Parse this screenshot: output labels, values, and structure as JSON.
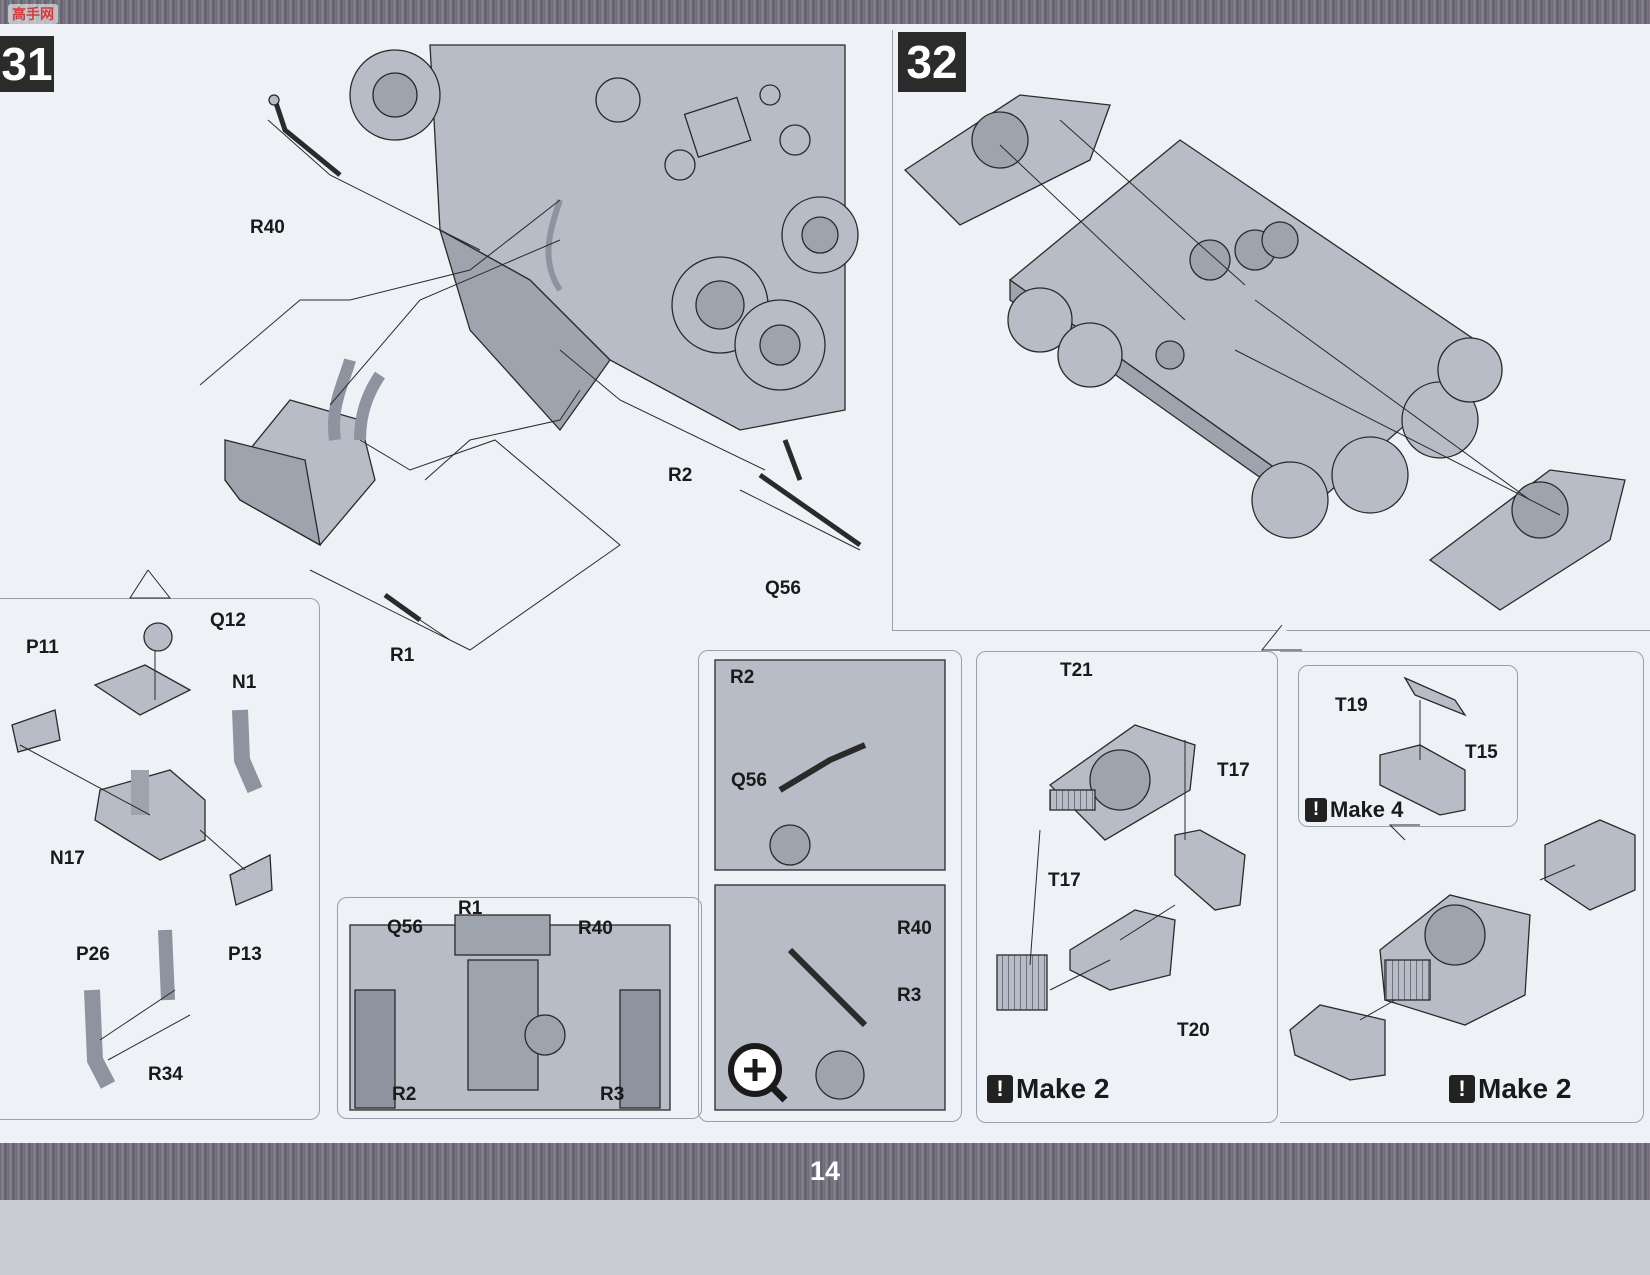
{
  "page": {
    "number": "14",
    "watermark": "高手网"
  },
  "steps": {
    "step31": "31",
    "step32": "32"
  },
  "labels": {
    "r40_main": "R40",
    "r2_main": "R2",
    "q56_main": "Q56",
    "r1_main": "R1",
    "p11": "P11",
    "q12": "Q12",
    "n1": "N1",
    "n17": "N17",
    "p13": "P13",
    "p26": "P26",
    "r34": "R34",
    "rear_q56": "Q56",
    "rear_r1": "R1",
    "rear_r40": "R40",
    "rear_r2": "R2",
    "rear_r3": "R3",
    "zoom_r2": "R2",
    "zoom_q56": "Q56",
    "zoom_r40": "R40",
    "zoom_r3": "R3",
    "t21": "T21",
    "t17_a": "T17",
    "t17_b": "T17",
    "t20": "T20",
    "t19": "T19",
    "t15": "T15"
  },
  "notes": {
    "make4": "Make 4",
    "make2_rad": "Make 2",
    "make2_right": "Make 2",
    "warn_symbol": "!"
  },
  "colors": {
    "part_fill": "#b7bcc6",
    "part_dark": "#8e949f",
    "line": "#2a2a2a",
    "panel_border": "#9aa0aa"
  },
  "icons": {
    "zoom": "magnify-plus-icon",
    "warning": "exclamation-icon"
  }
}
